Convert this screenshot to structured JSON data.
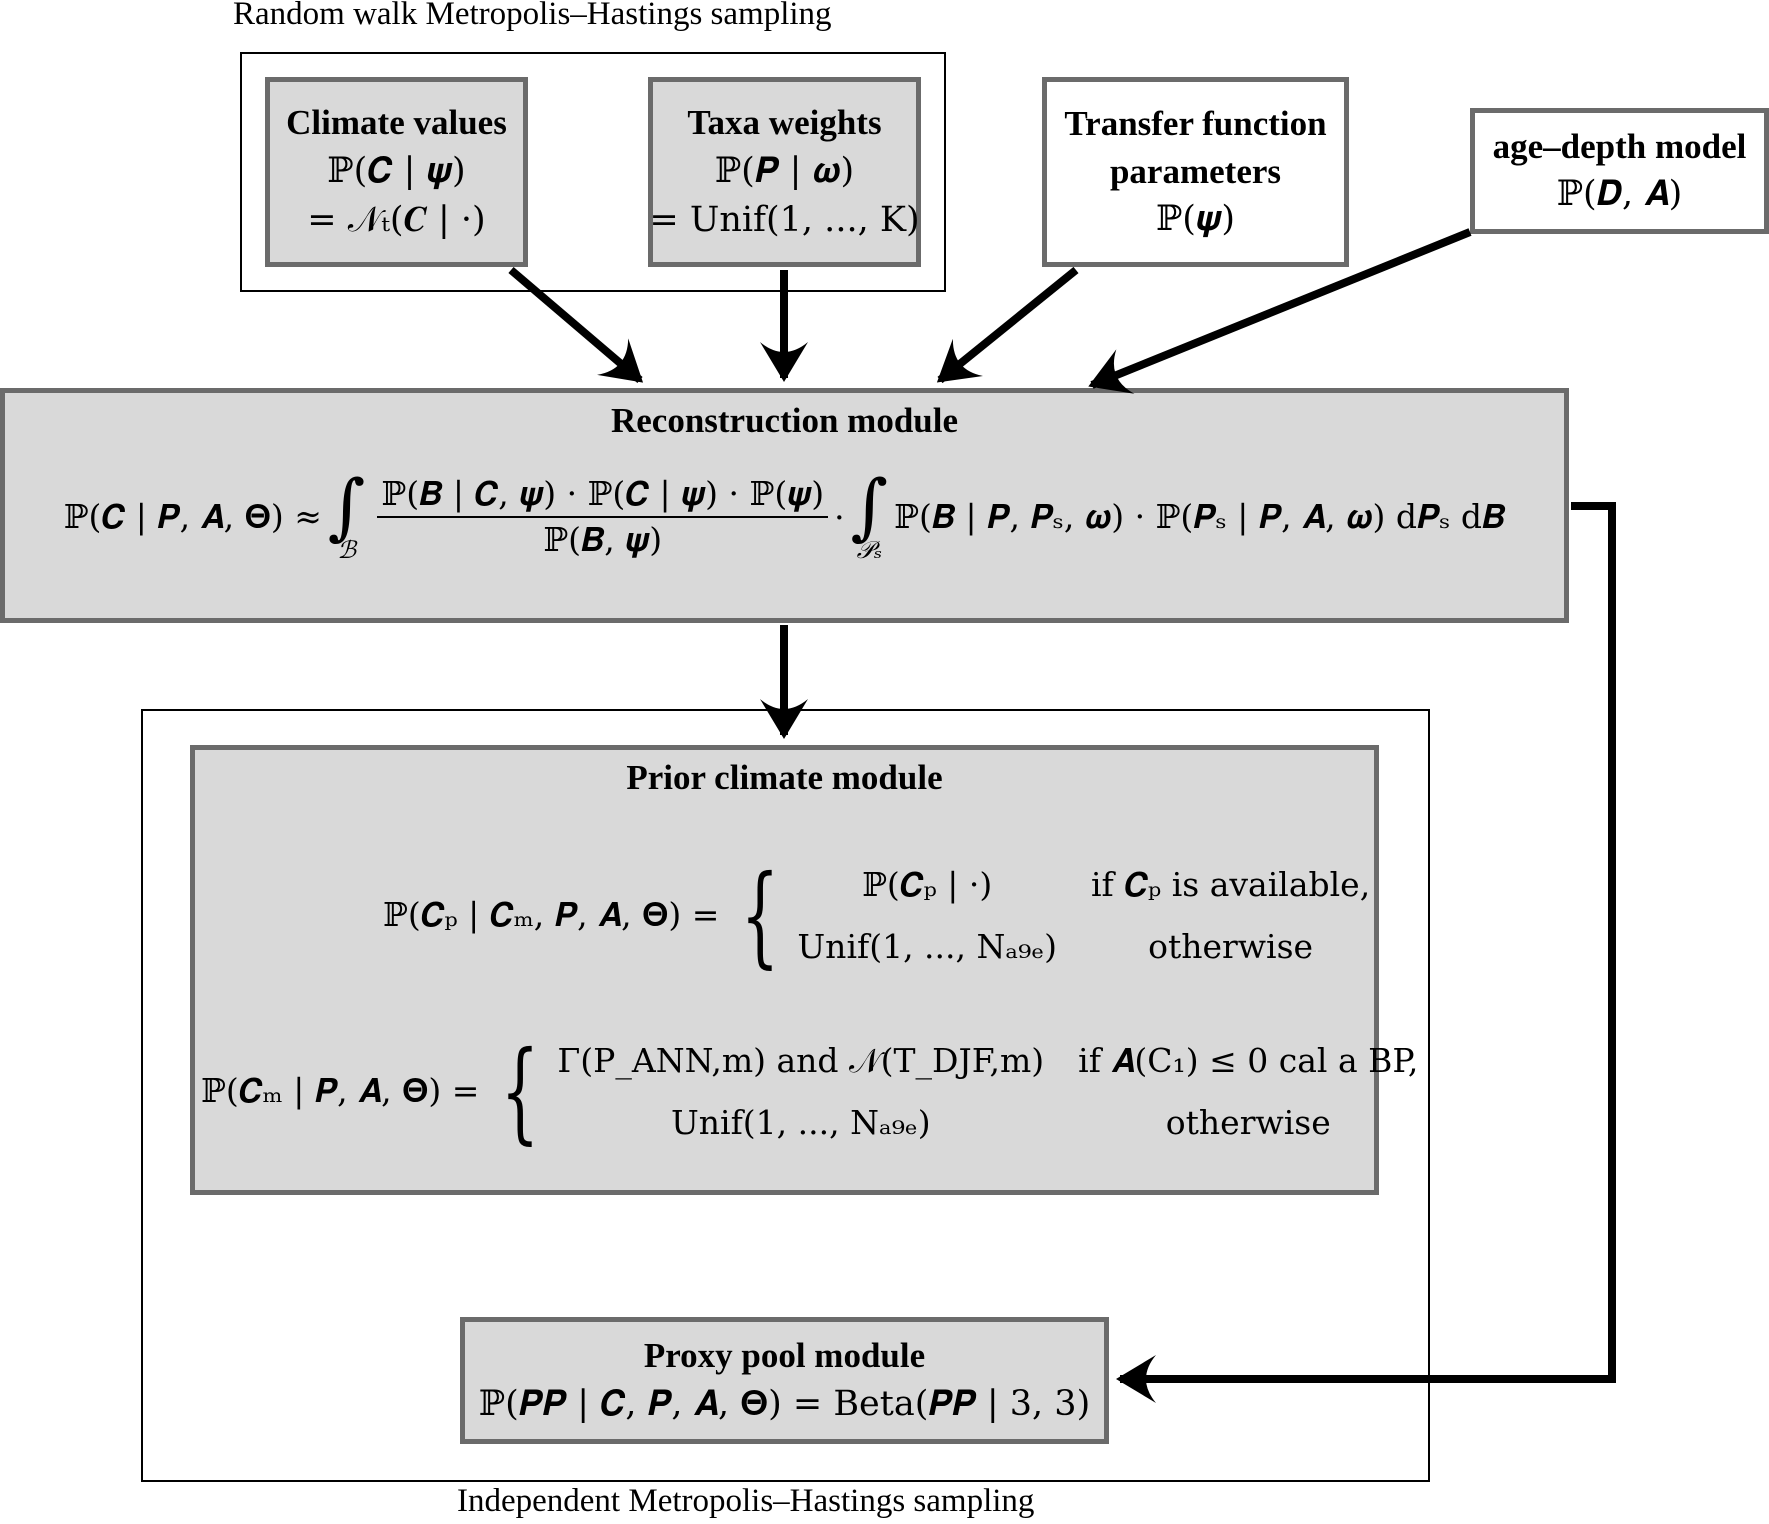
{
  "groups": {
    "random_walk": {
      "label": "Random walk Metropolis–Hastings sampling"
    },
    "independent": {
      "label": "Independent Metropolis–Hastings sampling"
    }
  },
  "nodes": {
    "climate_values": {
      "title": "Climate values",
      "line1": "ℙ(𝑪 | 𝝍)",
      "line2": "= 𝒩ₜ(𝑪 | ·)"
    },
    "taxa_weights": {
      "title": "Taxa weights",
      "line1": "ℙ(𝑷 | 𝝎)",
      "line2": "= Unif(1, ..., K)"
    },
    "transfer_function": {
      "title_line1": "Transfer function",
      "title_line2": "parameters",
      "line1": "ℙ(𝝍)"
    },
    "age_depth": {
      "title": "age–depth model",
      "line1": "ℙ(𝑫, 𝑨)"
    },
    "reconstruction": {
      "title": "Reconstruction module",
      "lhs": "ℙ(𝑪 | 𝑷, 𝑨, 𝚯) ≈",
      "integral1_domain": "ℬ",
      "numerator": "ℙ(𝑩 | 𝑪, 𝝍) · ℙ(𝑪 | 𝝍) · ℙ(𝝍)",
      "denominator": "ℙ(𝑩, 𝝍)",
      "dot": "·",
      "integral2_domain": "𝒫ₛ",
      "rhs": "ℙ(𝑩 | 𝑷, 𝑷ₛ, 𝝎) · ℙ(𝑷ₛ | 𝑷, 𝑨, 𝝎) d𝑷ₛ d𝑩"
    },
    "prior_climate": {
      "title": "Prior climate module",
      "eq1": {
        "lhs": "ℙ(𝑪ₚ | 𝑪ₘ, 𝑷, 𝑨, 𝚯) =",
        "cases": [
          {
            "value": "ℙ(𝑪ₚ | ·)",
            "condition": "if 𝑪ₚ is available,"
          },
          {
            "value": "Unif(1, ..., Nₐ₉ₑ)",
            "condition": "otherwise"
          }
        ]
      },
      "eq2": {
        "lhs": "ℙ(𝑪ₘ | 𝑷, 𝑨, 𝚯) =",
        "cases": [
          {
            "value": "Γ(P_ANN,m) and 𝒩(T_DJF,m)",
            "condition": "if 𝑨(C₁) ≤ 0 cal a BP,"
          },
          {
            "value": "Unif(1, ..., Nₐ₉ₑ)",
            "condition": "otherwise"
          }
        ]
      }
    },
    "proxy_pool": {
      "title": "Proxy pool module",
      "line1": "ℙ(𝑷𝑷 | 𝑪, 𝑷, 𝑨, 𝚯) = Beta(𝑷𝑷 | 3, 3)"
    }
  },
  "edges": [
    {
      "from": "climate_values",
      "to": "reconstruction"
    },
    {
      "from": "taxa_weights",
      "to": "reconstruction"
    },
    {
      "from": "transfer_function",
      "to": "reconstruction"
    },
    {
      "from": "age_depth",
      "to": "reconstruction"
    },
    {
      "from": "reconstruction",
      "to": "prior_climate"
    },
    {
      "from": "reconstruction",
      "to": "proxy_pool"
    }
  ],
  "colors": {
    "node_fill": "#d9d9d9",
    "node_border": "#6b6b6b",
    "arrow": "#000000"
  }
}
